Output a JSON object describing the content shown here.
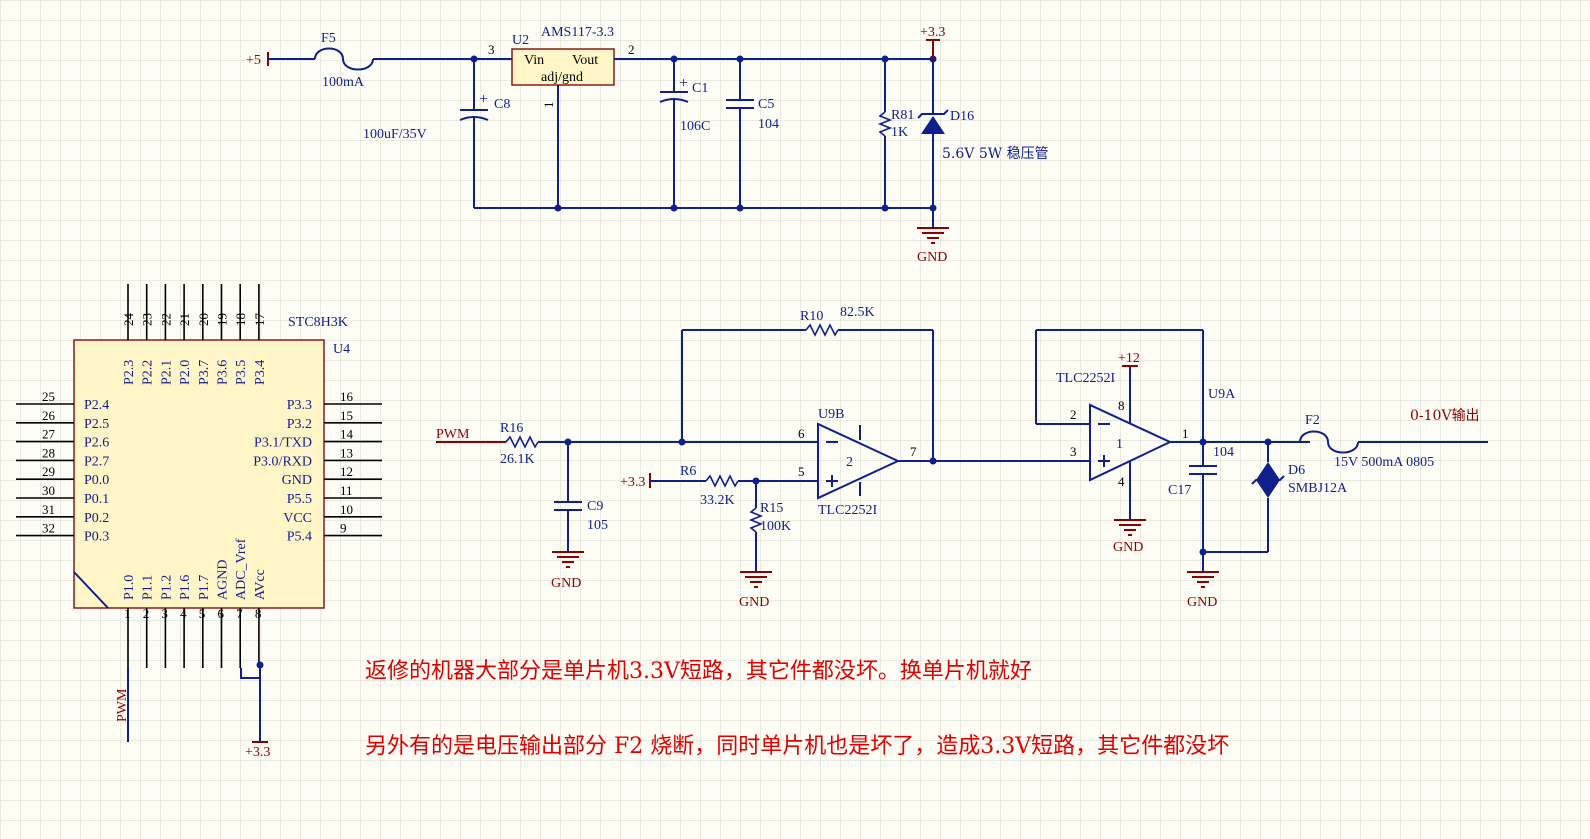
{
  "power": {
    "plus5": "+5",
    "plus33_top": "+3.3",
    "gnd_top": "GND",
    "plus33_r6": "+3.3",
    "gnd_c9": "GND",
    "gnd_r15": "GND",
    "plus12": "+12",
    "gnd_u9a": "GND",
    "gnd_c17": "GND",
    "plus33_mcu": "+3.3",
    "pwm_net": "PWM",
    "pwm_mcu": "PWM"
  },
  "regulator": {
    "f5": {
      "ref": "F5",
      "value": "100mA"
    },
    "u2": {
      "ref": "U2",
      "part": "AMS117-3.3",
      "vin": "Vin",
      "vout": "Vout",
      "adj": "adj/gnd",
      "pin_in": "3",
      "pin_out": "2",
      "pin_gnd": "1"
    },
    "c8": {
      "ref": "C8",
      "value": "100uF/35V"
    },
    "c1": {
      "ref": "C1",
      "value": "106C"
    },
    "c5": {
      "ref": "C5",
      "value": "104"
    },
    "r81": {
      "ref": "R81",
      "value": "1K"
    },
    "d16": {
      "ref": "D16",
      "value": "5.6V 5W 稳压管"
    }
  },
  "mcu": {
    "ref": "U4",
    "part": "STC8H3K",
    "top_pins": [
      {
        "num": "24",
        "name": "P2.3"
      },
      {
        "num": "23",
        "name": "P2.2"
      },
      {
        "num": "22",
        "name": "P2.1"
      },
      {
        "num": "21",
        "name": "P2.0"
      },
      {
        "num": "20",
        "name": "P3.7"
      },
      {
        "num": "19",
        "name": "P3.6"
      },
      {
        "num": "18",
        "name": "P3.5"
      },
      {
        "num": "17",
        "name": "P3.4"
      }
    ],
    "left_pins": [
      {
        "num": "25",
        "name": "P2.4"
      },
      {
        "num": "26",
        "name": "P2.5"
      },
      {
        "num": "27",
        "name": "P2.6"
      },
      {
        "num": "28",
        "name": "P2.7"
      },
      {
        "num": "29",
        "name": "P0.0"
      },
      {
        "num": "30",
        "name": "P0.1"
      },
      {
        "num": "31",
        "name": "P0.2"
      },
      {
        "num": "32",
        "name": "P0.3"
      }
    ],
    "right_pins": [
      {
        "num": "16",
        "name": "P3.3"
      },
      {
        "num": "15",
        "name": "P3.2"
      },
      {
        "num": "14",
        "name": "P3.1/TXD"
      },
      {
        "num": "13",
        "name": "P3.0/RXD"
      },
      {
        "num": "12",
        "name": "GND"
      },
      {
        "num": "11",
        "name": "P5.5"
      },
      {
        "num": "10",
        "name": "VCC"
      },
      {
        "num": "9",
        "name": "P5.4"
      }
    ],
    "bottom_pins": [
      {
        "num": "1",
        "name": "P1.0"
      },
      {
        "num": "2",
        "name": "P1.1"
      },
      {
        "num": "3",
        "name": "P1.2"
      },
      {
        "num": "4",
        "name": "P1.6"
      },
      {
        "num": "5",
        "name": "P1.7"
      },
      {
        "num": "6",
        "name": "AGND"
      },
      {
        "num": "7",
        "name": "ADC_Vref"
      },
      {
        "num": "8",
        "name": "AVcc"
      }
    ]
  },
  "amp": {
    "r16": {
      "ref": "R16",
      "value": "26.1K"
    },
    "c9": {
      "ref": "C9",
      "value": "105"
    },
    "r10": {
      "ref": "R10",
      "value": "82.5K"
    },
    "r6": {
      "ref": "R6",
      "value": "33.2K"
    },
    "r15": {
      "ref": "R15",
      "value": "100K"
    },
    "u9b": {
      "ref": "U9B",
      "part": "TLC2252I",
      "unit": "2",
      "pin_inv": "6",
      "pin_non": "5",
      "pin_out": "7"
    },
    "u9a": {
      "ref": "U9A",
      "part": "TLC2252I",
      "unit": "1",
      "pin_inv": "2",
      "pin_non": "3",
      "pin_out": "1",
      "pin_vp": "8",
      "pin_vn": "4"
    },
    "c17": {
      "ref": "C17",
      "value": "104"
    },
    "f2": {
      "ref": "F2",
      "value": "15V 500mA 0805"
    },
    "d6": {
      "ref": "D6",
      "value": "SMBJ12A"
    },
    "output": "0-10V输出"
  },
  "notes": {
    "line1": "返修的机器大部分是单片机3.3V短路，其它件都没坏。换单片机就好",
    "line2": "另外有的是电压输出部分 F2 烧断，同时单片机也是坏了，造成3.3V短路，其它件都没坏"
  },
  "colors": {
    "wire": "#0f1f8c",
    "power": "#8b0000",
    "note": "#e00000",
    "chip_fill": "#fff5c6"
  }
}
